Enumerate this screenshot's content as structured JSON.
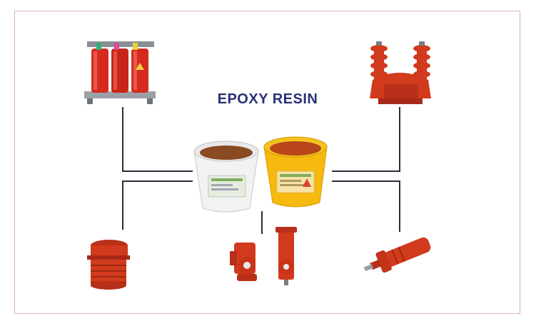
{
  "title": "EPOXY RESIN",
  "colors": {
    "title": "#2a3175",
    "connector": "#2b2b3a",
    "product_red": "#d13a1c",
    "frame": "#d9b0b4",
    "bucket_white": "#f2f2f2",
    "bucket_yellow": "#f5b90f",
    "resin_brown": "#8a4a22"
  },
  "products": [
    {
      "name": "dry-type-transformer"
    },
    {
      "name": "voltage-transformer"
    },
    {
      "name": "threaded-insulator-bushing"
    },
    {
      "name": "pillar-insulators"
    },
    {
      "name": "cable-termination-bushing"
    }
  ],
  "buckets": [
    {
      "name": "white-epoxy-bucket"
    },
    {
      "name": "yellow-epoxy-bucket"
    }
  ]
}
